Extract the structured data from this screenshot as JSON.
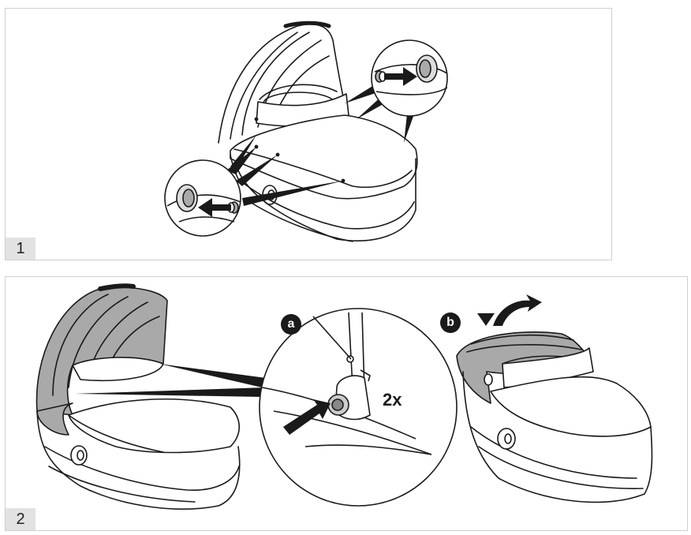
{
  "steps": [
    {
      "number": "1"
    },
    {
      "number": "2",
      "callouts": {
        "a": "a",
        "b": "b"
      },
      "count": "2x"
    }
  ],
  "colors": {
    "line": "#1a1a1a",
    "canopy": "#a9a9a9",
    "border": "#cfcfcf",
    "label_bg": "#e2e2e2"
  }
}
